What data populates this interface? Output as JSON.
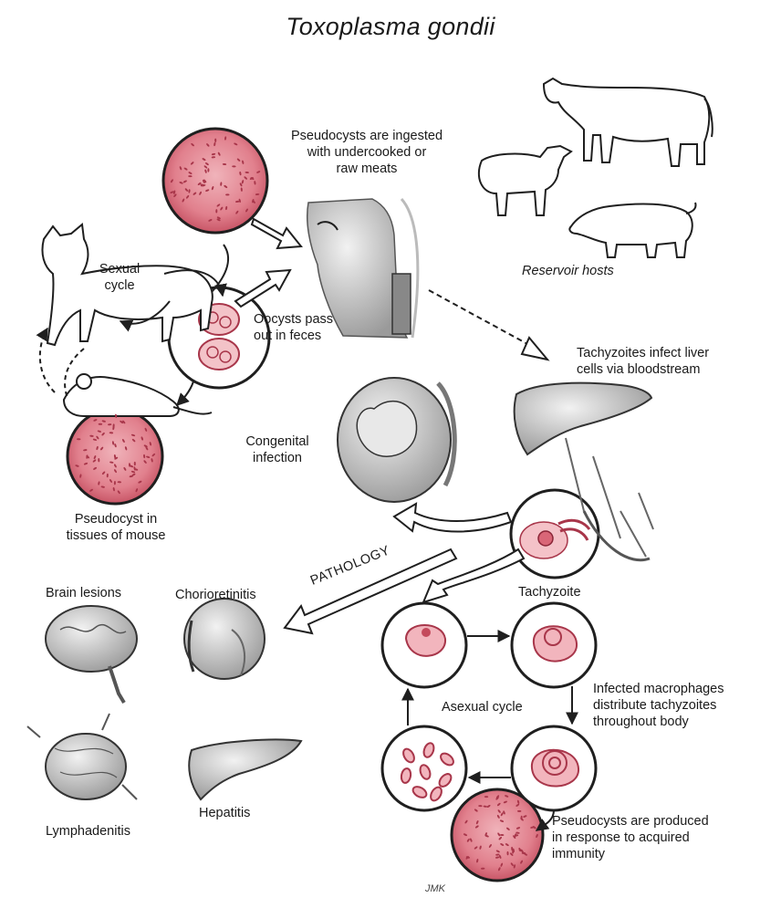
{
  "title": "Toxoplasma gondii",
  "labels": {
    "pseudocysts_ingested": "Pseudocysts are ingested\nwith undercooked or\nraw meats",
    "sexual_cycle": "Sexual\ncycle",
    "oocysts": "Oocysts pass\nout in feces",
    "reservoir_hosts": "Reservoir hosts",
    "tachyzoites_liver": "Tachyzoites infect liver\ncells via bloodstream",
    "congenital": "Congenital\ninfection",
    "pseudocyst_mouse": "Pseudocyst in\ntissues of mouse",
    "pathology": "PATHOLOGY",
    "tachyzoite": "Tachyzoite",
    "brain_lesions": "Brain lesions",
    "chorioretinitis": "Chorioretinitis",
    "asexual_cycle": "Asexual cycle",
    "macrophages": "Infected macrophages\ndistribute tachyzoites\nthroughout body",
    "lymphadenitis": "Lymphadenitis",
    "hepatitis": "Hepatitis",
    "pseudocysts_produced": "Pseudocysts are produced\nin response to acquired\nimmunity",
    "artist_signature": "JMK"
  },
  "colors": {
    "cyst_fill": "#e58a95",
    "cyst_dark": "#a8364a",
    "ink": "#1f1f1f",
    "gray_fill": "#cfcfcf"
  }
}
